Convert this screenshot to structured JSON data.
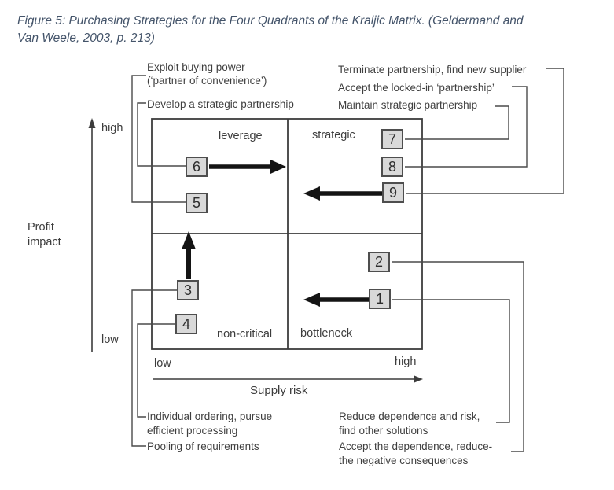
{
  "caption": {
    "line1": "Figure 5: Purchasing Strategies for the Four Quadrants of the Kraljic Matrix. (Geldermand and",
    "line2": "Van Weele, 2003, p. 213)"
  },
  "quadrants": {
    "top_left": "leverage",
    "top_right": "strategic",
    "bottom_left": "non-critical",
    "bottom_right": "bottleneck"
  },
  "axes": {
    "y_label_line1": "Profit",
    "y_label_line2": "impact",
    "y_high": "high",
    "y_low": "low",
    "x_low": "low",
    "x_high": "high",
    "x_label": "Supply risk"
  },
  "boxes": {
    "b1": "1",
    "b2": "2",
    "b3": "3",
    "b4": "4",
    "b5": "5",
    "b6": "6",
    "b7": "7",
    "b8": "8",
    "b9": "9"
  },
  "annotations": {
    "exploit_line1": "Exploit buying power",
    "exploit_line2": "(‘partner of convenience’)",
    "develop": "Develop a strategic partnership",
    "terminate": "Terminate partnership, find new supplier",
    "locked_in": "Accept the locked-in ‘partnership’",
    "maintain": "Maintain strategic partnership",
    "individual_line1": "Individual ordering, pursue",
    "individual_line2": "efficient processing",
    "pooling": "Pooling of requirements",
    "reduce_line1": "Reduce dependence and risk,",
    "reduce_line2": "find other solutions",
    "accept_line1": "Accept the dependence, reduce-",
    "accept_line2": "the negative consequences"
  },
  "colors": {
    "caption_text": "#44546A",
    "diagram_text": "#3f3f3f",
    "box_fill": "#d9d9d9",
    "box_border": "#4e4e4e",
    "connector": "#4a4a4a",
    "thick_arrow": "#141414"
  }
}
